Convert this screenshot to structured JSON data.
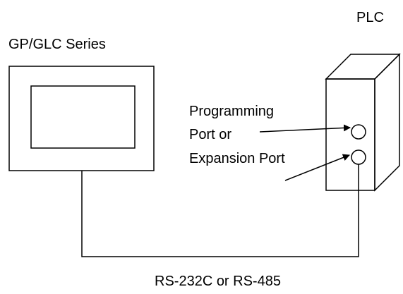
{
  "labels": {
    "gp_series": "GP/GLC Series",
    "plc": "PLC",
    "programming_port_line1": "Programming",
    "programming_port_line2": "Port or",
    "expansion_port": "Expansion Port",
    "cable": "RS-232C or RS-485"
  },
  "colors": {
    "line": "#000000",
    "background": "#ffffff"
  }
}
